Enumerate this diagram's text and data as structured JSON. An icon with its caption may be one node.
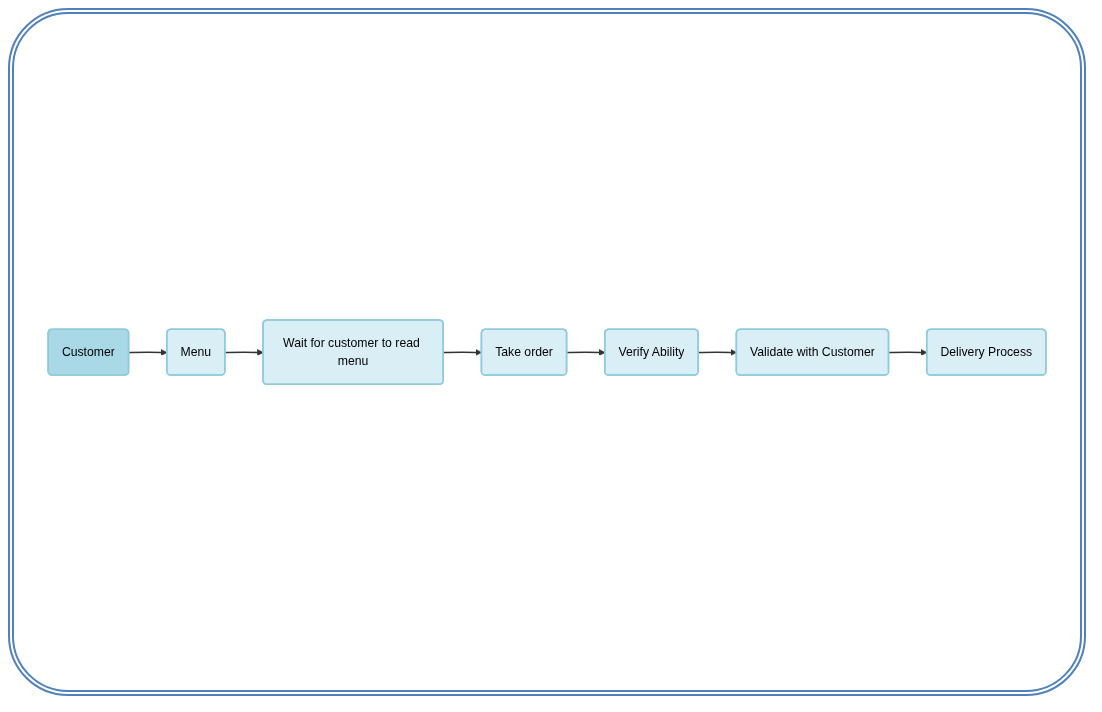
{
  "diagram": {
    "nodes": [
      {
        "text": [
          "Customer"
        ]
      },
      {
        "text": [
          "Menu"
        ]
      },
      {
        "text": [
          "Wait for customer to read menu"
        ]
      },
      {
        "text": [
          "Take order"
        ]
      },
      {
        "text": [
          "Verify Ability"
        ]
      },
      {
        "text": [
          "Validate with Customer"
        ]
      },
      {
        "text": [
          "Delivery Process"
        ]
      }
    ],
    "edges": [
      {
        "from": 0,
        "to": 1,
        "arrow": "to"
      },
      {
        "from": 1,
        "to": 2,
        "arrow": "to"
      },
      {
        "from": 2,
        "to": 3,
        "arrow": "to"
      },
      {
        "from": 3,
        "to": 4,
        "arrow": "to"
      },
      {
        "from": 4,
        "to": 5,
        "arrow": "to"
      },
      {
        "from": 5,
        "to": 6,
        "arrow": "to"
      }
    ]
  }
}
